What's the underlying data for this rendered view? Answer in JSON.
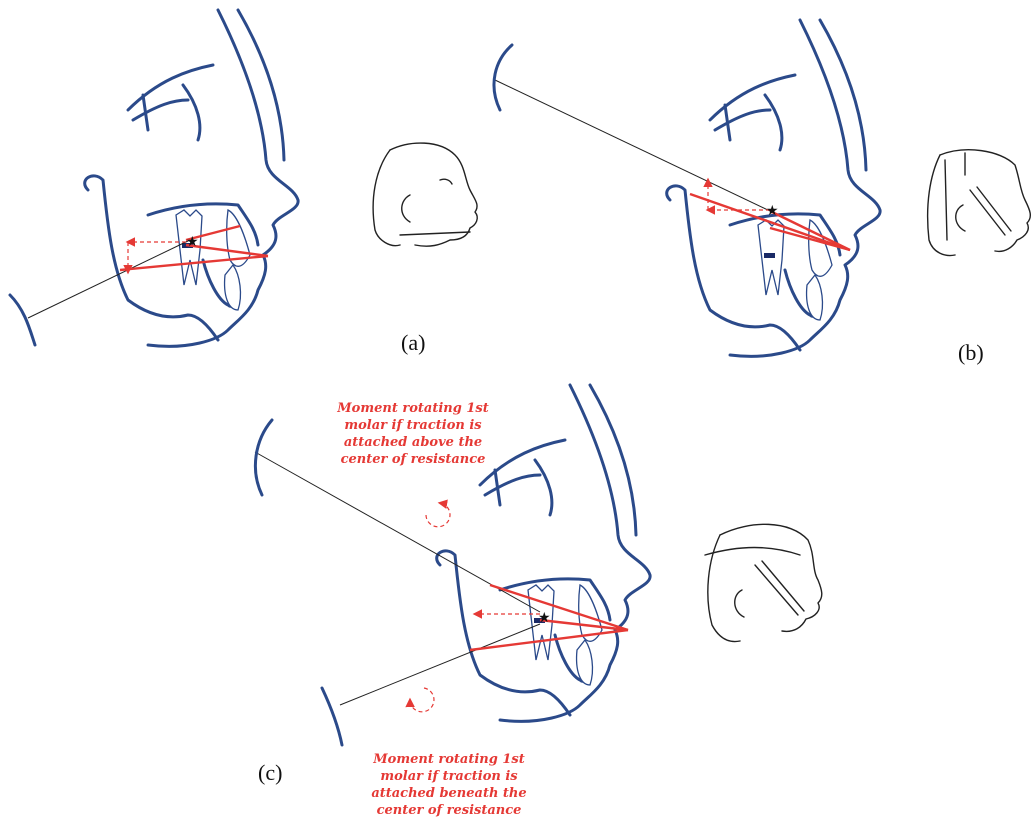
{
  "panels": [
    {
      "id": "a",
      "label": "(a)"
    },
    {
      "id": "b",
      "label": "(b)"
    },
    {
      "id": "c",
      "label": "(c)"
    }
  ],
  "annotations": {
    "above": [
      "Moment rotating 1st",
      "molar if traction is",
      "attached above the",
      "center of resistance"
    ],
    "below": [
      "Moment rotating 1st",
      "molar if traction is",
      "attached beneath the",
      "center of resistance"
    ]
  },
  "colors": {
    "profile": "#2b4a8a",
    "force": "#e53935",
    "text": "#e53935"
  },
  "icons": [
    "face-profile",
    "molar-tooth",
    "center-of-resistance-star",
    "headgear-sketch",
    "rotation-arrow"
  ]
}
